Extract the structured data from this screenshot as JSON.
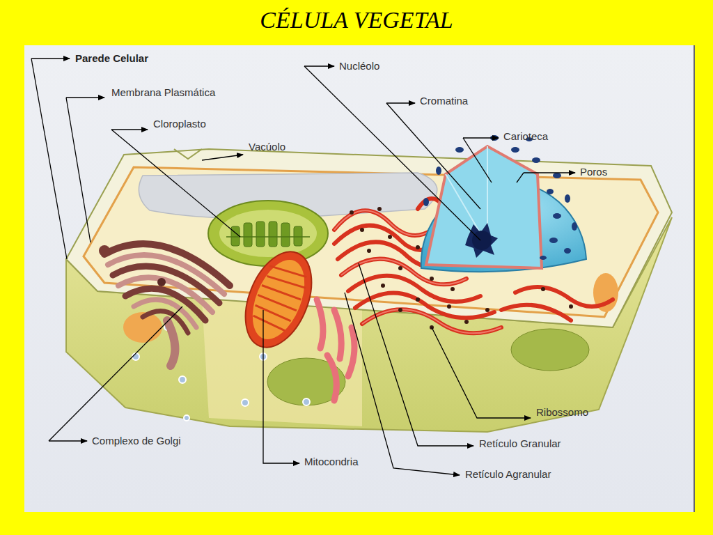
{
  "diagram": {
    "title": "CÉLULA VEGETAL",
    "labels": [
      "Parede Celular",
      "Nucléolo",
      "Membrana Plasmática",
      "Cromatina",
      "Cloroplasto",
      "Carioteca",
      "Vacúolo",
      "Poros",
      "Ribossomo",
      "Complexo de Golgi",
      "Retículo Granular",
      "Mitocondria",
      "Retículo Agranular"
    ]
  }
}
